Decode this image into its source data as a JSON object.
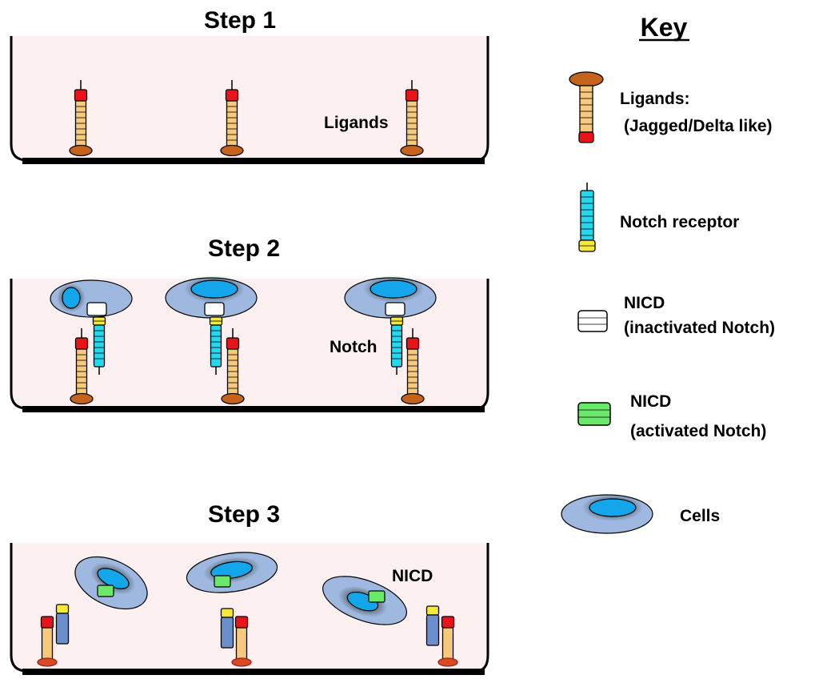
{
  "steps": [
    {
      "title": "Step 1",
      "label": "Ligands"
    },
    {
      "title": "Step 2",
      "label": "Notch"
    },
    {
      "title": "Step 3",
      "label": "NICD"
    }
  ],
  "key": {
    "title": "Key",
    "ligands": {
      "line1": "Ligands:",
      "line2": "(Jagged/Delta like)"
    },
    "notch": {
      "line1": "Notch receptor"
    },
    "nicd_inactive": {
      "line1": "NICD",
      "line2": "(inactivated Notch)"
    },
    "nicd_active": {
      "line1": "NICD",
      "line2": "(activated Notch)"
    },
    "cells": {
      "line1": "Cells"
    }
  },
  "colors": {
    "dish_fill": "#fdf0f0",
    "dish_stroke": "#000000",
    "ligand_body": "#f7c97a",
    "ligand_head": "#e8141a",
    "ligand_base": "#c5631d",
    "notch_body": "#22d9ef",
    "notch_base": "#f5e83a",
    "nicd_inactive": "#ffffff",
    "nicd_active": "#6ae86a",
    "cell_fill": "#9fb8e0",
    "cell_nucleus": "#14a6ea",
    "cleaved_notch": "#6b8fcc"
  }
}
